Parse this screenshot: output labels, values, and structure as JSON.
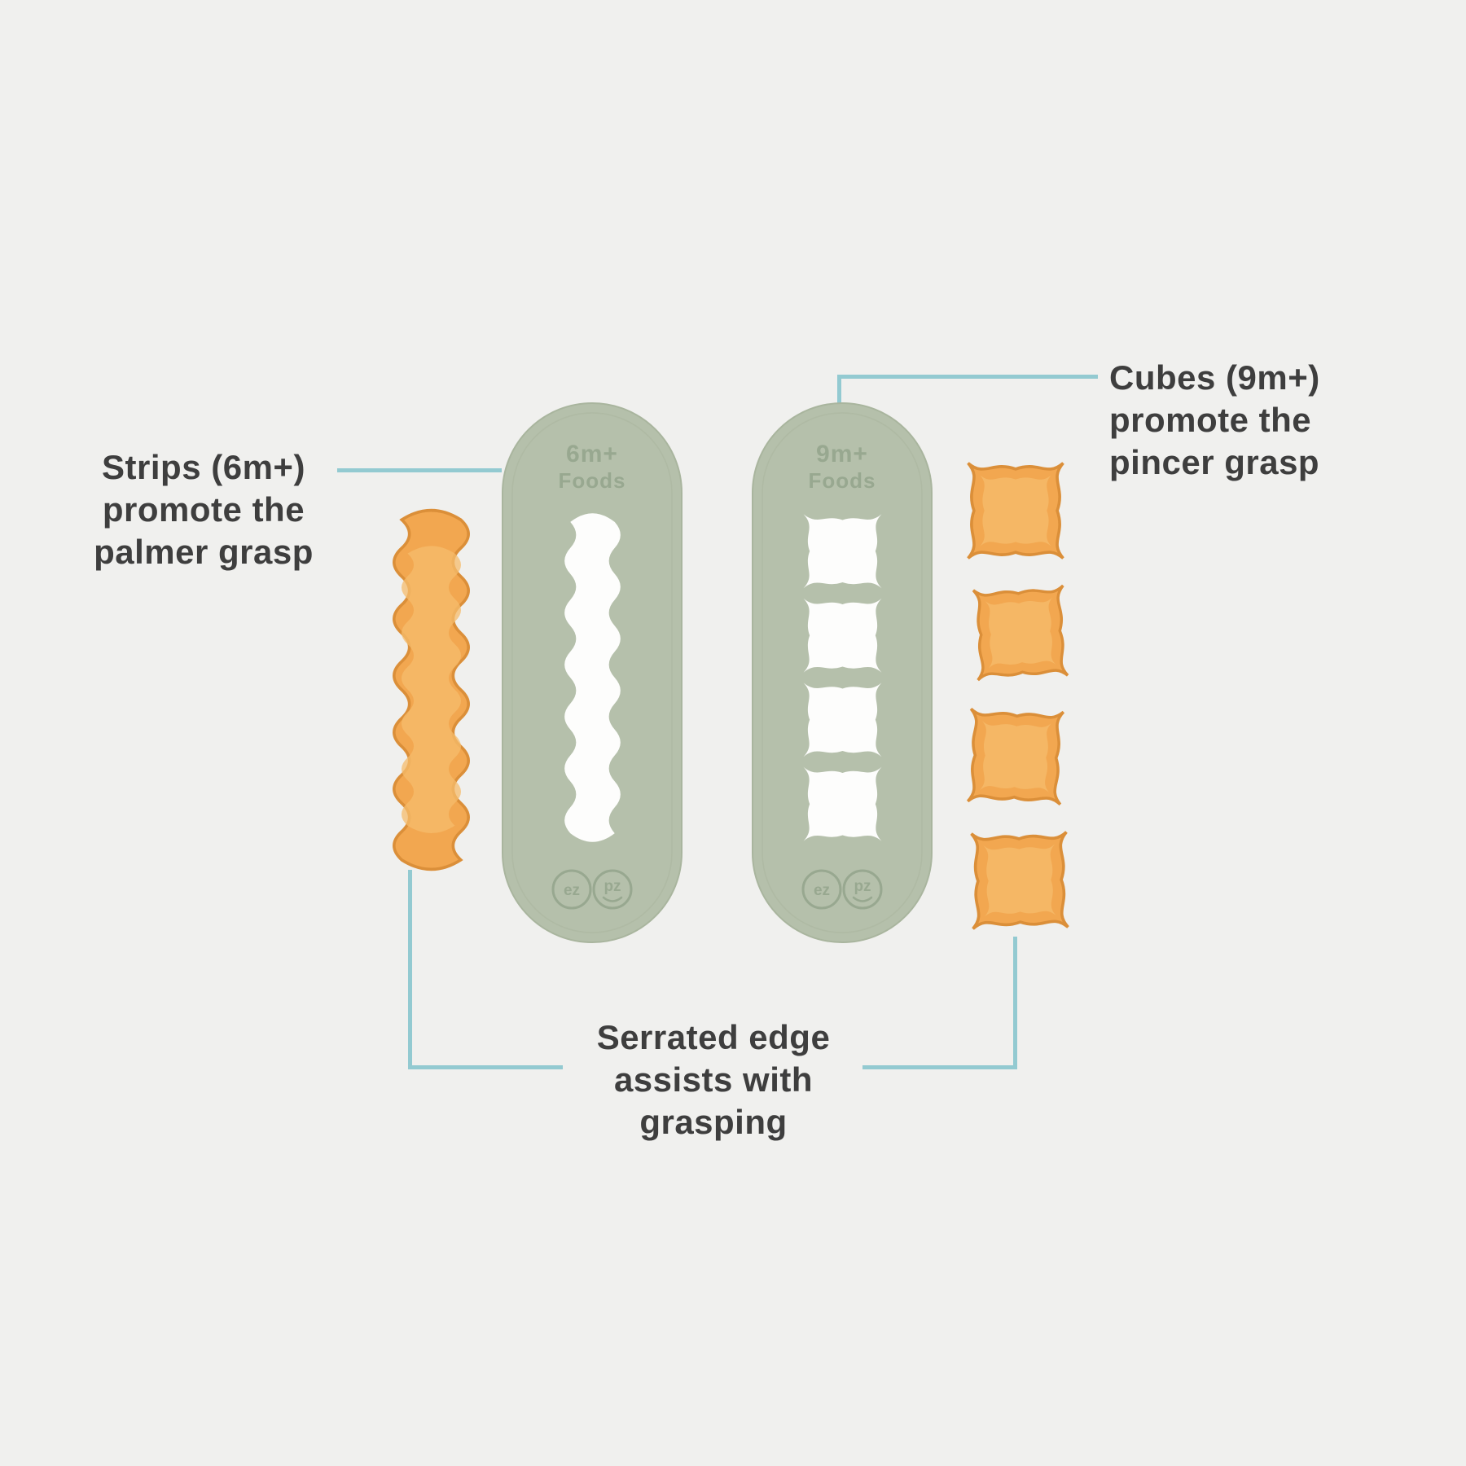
{
  "page": {
    "background": "#f0f0ee"
  },
  "colors": {
    "cutter_body": "#b5c0ab",
    "cutter_markings": "#98a890",
    "cutter_opening": "#fdfdfc",
    "connector": "#93cad1",
    "annotation_text": "#3e3e3e",
    "food": "#f2a750",
    "food_edge": "#db8f39",
    "food_highlight": "#f6bc6c"
  },
  "labels": {
    "strips": {
      "line1": "Strips (6m+)",
      "line2": "promote the",
      "line3": "palmer grasp"
    },
    "cubes": {
      "line1": "Cubes (9m+)",
      "line2": "promote the",
      "line3": "pincer grasp"
    },
    "serrated": {
      "line1": "Serrated edge",
      "line2": "assists with",
      "line3": "grasping"
    }
  },
  "cutters": {
    "strip_cutter": {
      "age": "6m+",
      "type": "Foods",
      "brand_left": "ez",
      "brand_right": "pz"
    },
    "cube_cutter": {
      "age": "9m+",
      "type": "Foods",
      "brand_left": "ez",
      "brand_right": "pz"
    }
  }
}
